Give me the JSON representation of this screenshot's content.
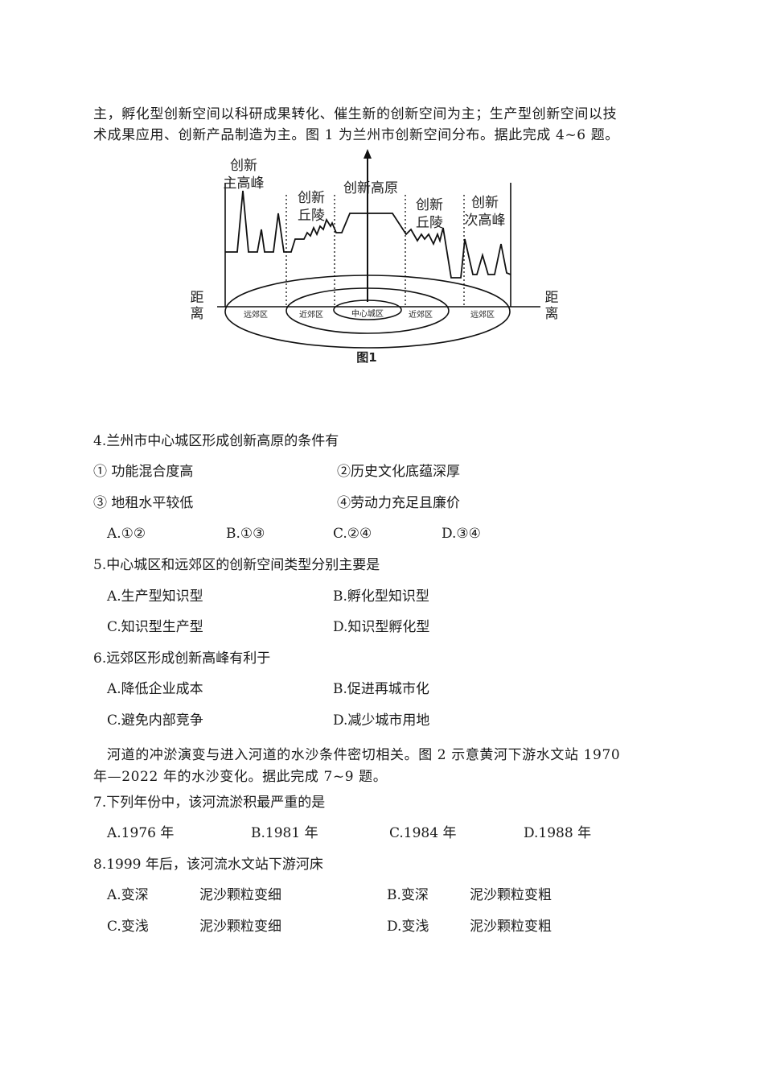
{
  "intro_lines": [
    "主，孵化型创新空间以科研成果转化、催生新的创新空间为主；生产型创新空间以技",
    "术成果应用、创新产品制造为主。图 1 为兰州市创新空间分布。据此完成 4~6 题。"
  ],
  "figure1": {
    "caption": "图1",
    "axis_label": "距离",
    "peak_labels": {
      "main_peak": [
        "创新",
        "主高峰"
      ],
      "hill_left": [
        "创新",
        "丘陵"
      ],
      "plateau": [
        "创新高原"
      ],
      "hill_right": [
        "创新",
        "丘陵"
      ],
      "sub_peak": [
        "创新",
        "次高峰"
      ]
    },
    "zone_labels": [
      "远郊区",
      "近郊区",
      "中心城区",
      "近郊区",
      "远郊区"
    ]
  },
  "questions": [
    {
      "stem": "4.兰州市中心城区形成创新高原的条件有",
      "statements": [
        "① 功能混合度高",
        "②历史文化底蕴深厚",
        "③ 地租水平较低",
        "④劳动力充足且廉价"
      ],
      "options": [
        "A.①②",
        "B.①③",
        "C.②④",
        "D.③④"
      ]
    },
    {
      "stem": "5.中心城区和远郊区的创新空间类型分别主要是",
      "options": [
        "A.生产型知识型",
        "B.孵化型知识型",
        "C.知识型生产型",
        "D.知识型孵化型"
      ]
    },
    {
      "stem": "6.远郊区形成创新高峰有利于",
      "options": [
        "A.降低企业成本",
        "B.促进再城市化",
        "C.避免内部竞争",
        "D.减少城市用地"
      ]
    }
  ],
  "passage2_lines": [
    "河道的冲淤演变与进入河道的水沙条件密切相关。图 2 示意黄河下游水文站 1970",
    "年—2022 年的水沙变化。据此完成 7~9 题。"
  ],
  "questions2": [
    {
      "stem": "7.下列年份中，该河流淤积最严重的是",
      "options": [
        "A.1976 年",
        "B.1981 年",
        "C.1984 年",
        "D.1988 年"
      ]
    },
    {
      "stem": "8.1999 年后，该河流水文站下游河床",
      "options": [
        {
          "a": "A.变深",
          "b": "泥沙颗粒变细"
        },
        {
          "a": "B.变深",
          "b": "泥沙颗粒变粗"
        },
        {
          "a": "C.变浅",
          "b": "泥沙颗粒变细"
        },
        {
          "a": "D.变浅",
          "b": "泥沙颗粒变粗"
        }
      ]
    }
  ]
}
